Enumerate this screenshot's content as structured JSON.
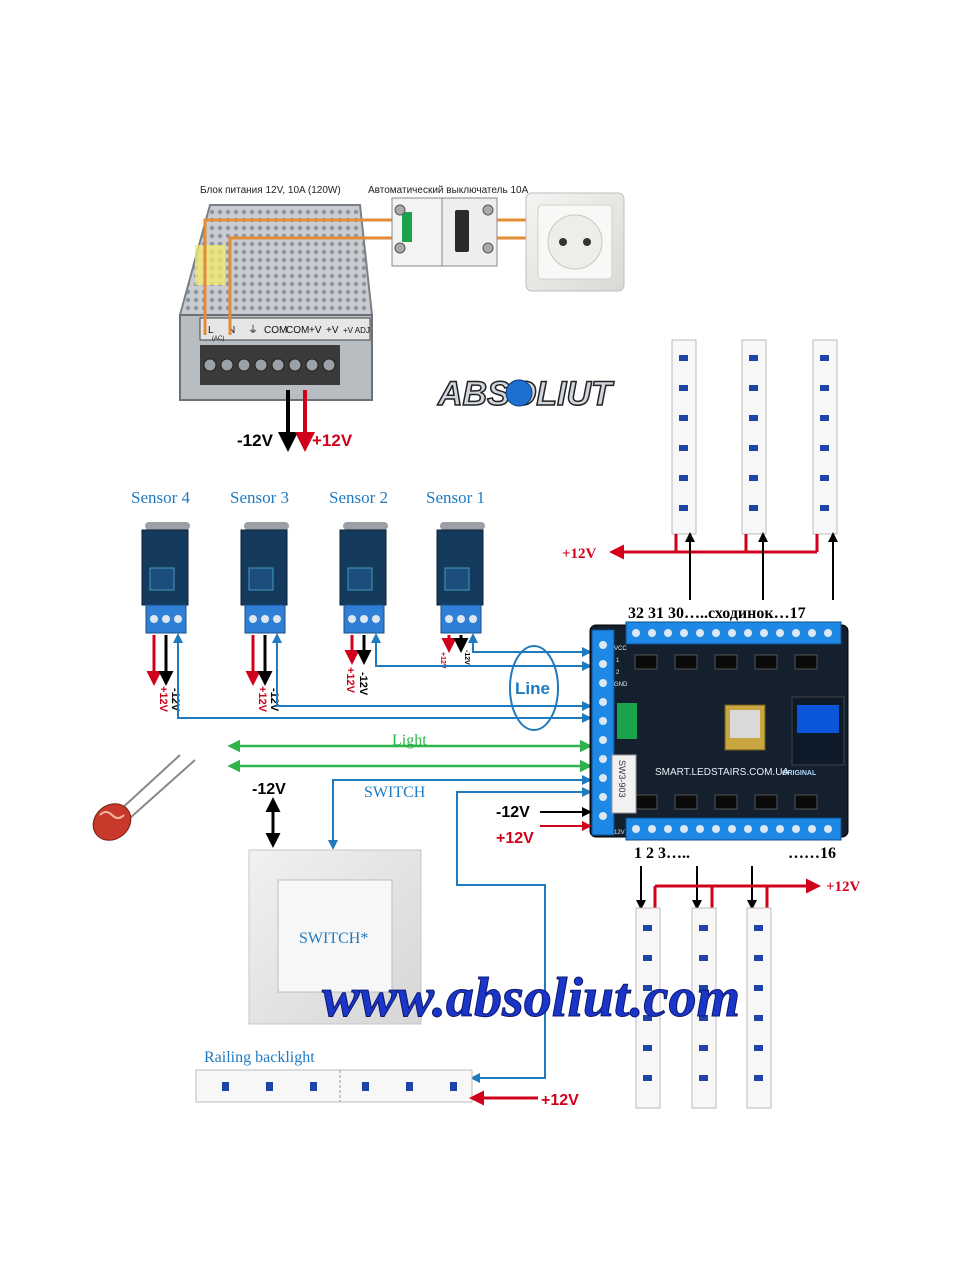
{
  "psu": {
    "caption": "Блок питания 12V, 10A (120W)",
    "terminal_labels": [
      "L",
      "N",
      "⏚",
      "COM",
      "COM",
      "+V",
      "+V",
      "+V ADJ"
    ],
    "ac_label": "(AC)"
  },
  "breaker": {
    "caption": "Автоматический выключатель 10А"
  },
  "logo": {
    "text": "ABSOLIUT"
  },
  "psu_outputs": {
    "minus": "-12V",
    "plus": "+12V"
  },
  "sensors": [
    {
      "name": "Sensor 4",
      "plus": "+12V",
      "minus": "-12V"
    },
    {
      "name": "Sensor 3",
      "plus": "+12V",
      "minus": "-12V"
    },
    {
      "name": "Sensor 2",
      "plus": "+12V",
      "minus": "-12V"
    },
    {
      "name": "Sensor 1",
      "plus": "+12V",
      "minus": "-12V"
    }
  ],
  "top_strips": {
    "supply_label": "+12V",
    "channel_label": "32 31 30…..сходинок…17"
  },
  "bottom_strips": {
    "supply_label": "+12V",
    "channel_left": "1  2  3…..",
    "channel_right": "……16"
  },
  "line": {
    "label": "Line"
  },
  "light": {
    "label": "Light"
  },
  "switch": {
    "wire_label": "SWITCH",
    "body_label": "SWITCH*",
    "supply_label": "-12V"
  },
  "controller": {
    "site_label": "SMART.LEDSTAIRS.COM.UA",
    "badge": "ORIGINAL",
    "relay_label": "SW3-903",
    "in_minus": "-12V",
    "in_plus": "+12V",
    "pin_vcc": "VCC",
    "pin_1": "1",
    "pin_2": "2",
    "pin_gnd": "GND",
    "pin_12v": "12V"
  },
  "railing": {
    "label": "Railing backlight",
    "supply_label": "+12V"
  },
  "watermark": {
    "text": "www.absoliut.com"
  },
  "colors": {
    "green": "#2db34a",
    "blue": "#1f7ac0",
    "red": "#d0021b",
    "black": "#000000",
    "board": "#14202e",
    "terminal": "#1e88e5"
  }
}
